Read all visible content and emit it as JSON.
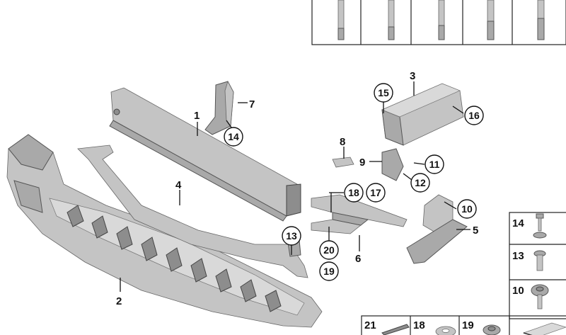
{
  "diagram": {
    "part_labels": {
      "p1": "1",
      "p2": "2",
      "p3": "3",
      "p4": "4",
      "p5": "5",
      "p6": "6",
      "p7": "7",
      "p8": "8",
      "p9": "9"
    },
    "circled_labels": {
      "c15": "15",
      "c16": "16",
      "c14": "14",
      "c11": "11",
      "c12": "12",
      "c18": "18",
      "c17": "17",
      "c10": "10",
      "c13": "13",
      "c20": "20",
      "c19": "19"
    },
    "legend_right": [
      "14",
      "13",
      "10"
    ],
    "legend_bottom": [
      "21",
      "18",
      "19"
    ]
  }
}
